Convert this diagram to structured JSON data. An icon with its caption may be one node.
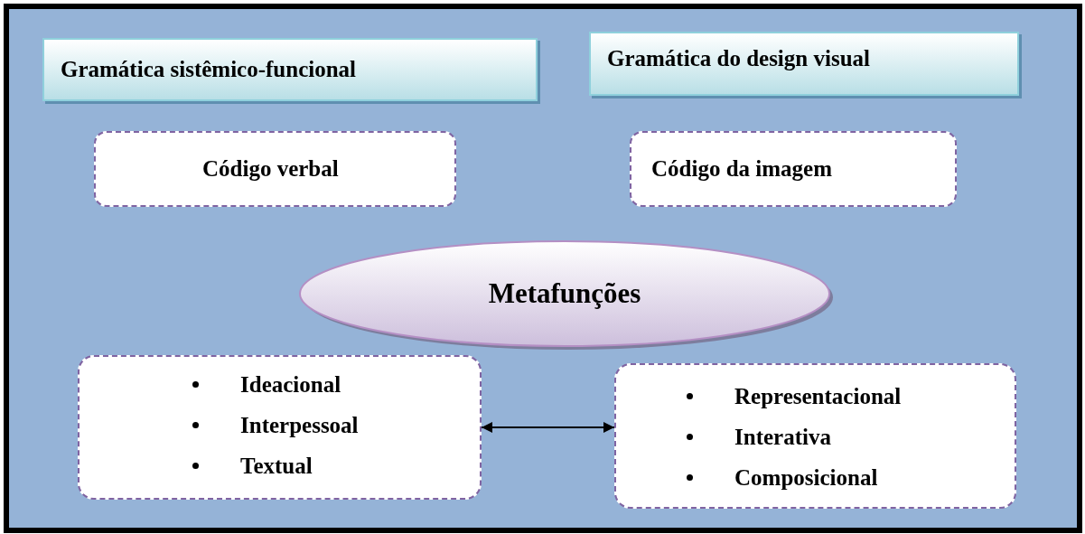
{
  "diagram": {
    "nodes": [
      {
        "text": [
          "Gramática sistêmico-funcional"
        ]
      },
      {
        "text": [
          "Gramática do design visual"
        ]
      },
      {
        "text": [
          "Código verbal"
        ]
      },
      {
        "text": [
          "Código da imagem"
        ]
      },
      {
        "text": [
          "Metafunções"
        ]
      },
      {
        "text": [
          "Ideacional",
          "Interpessoal",
          "Textual"
        ]
      },
      {
        "text": [
          "Representacional",
          "Interativa",
          "Composicional"
        ]
      }
    ],
    "edges": [
      {
        "from": 5,
        "to": 6,
        "arrow": "both"
      }
    ]
  }
}
